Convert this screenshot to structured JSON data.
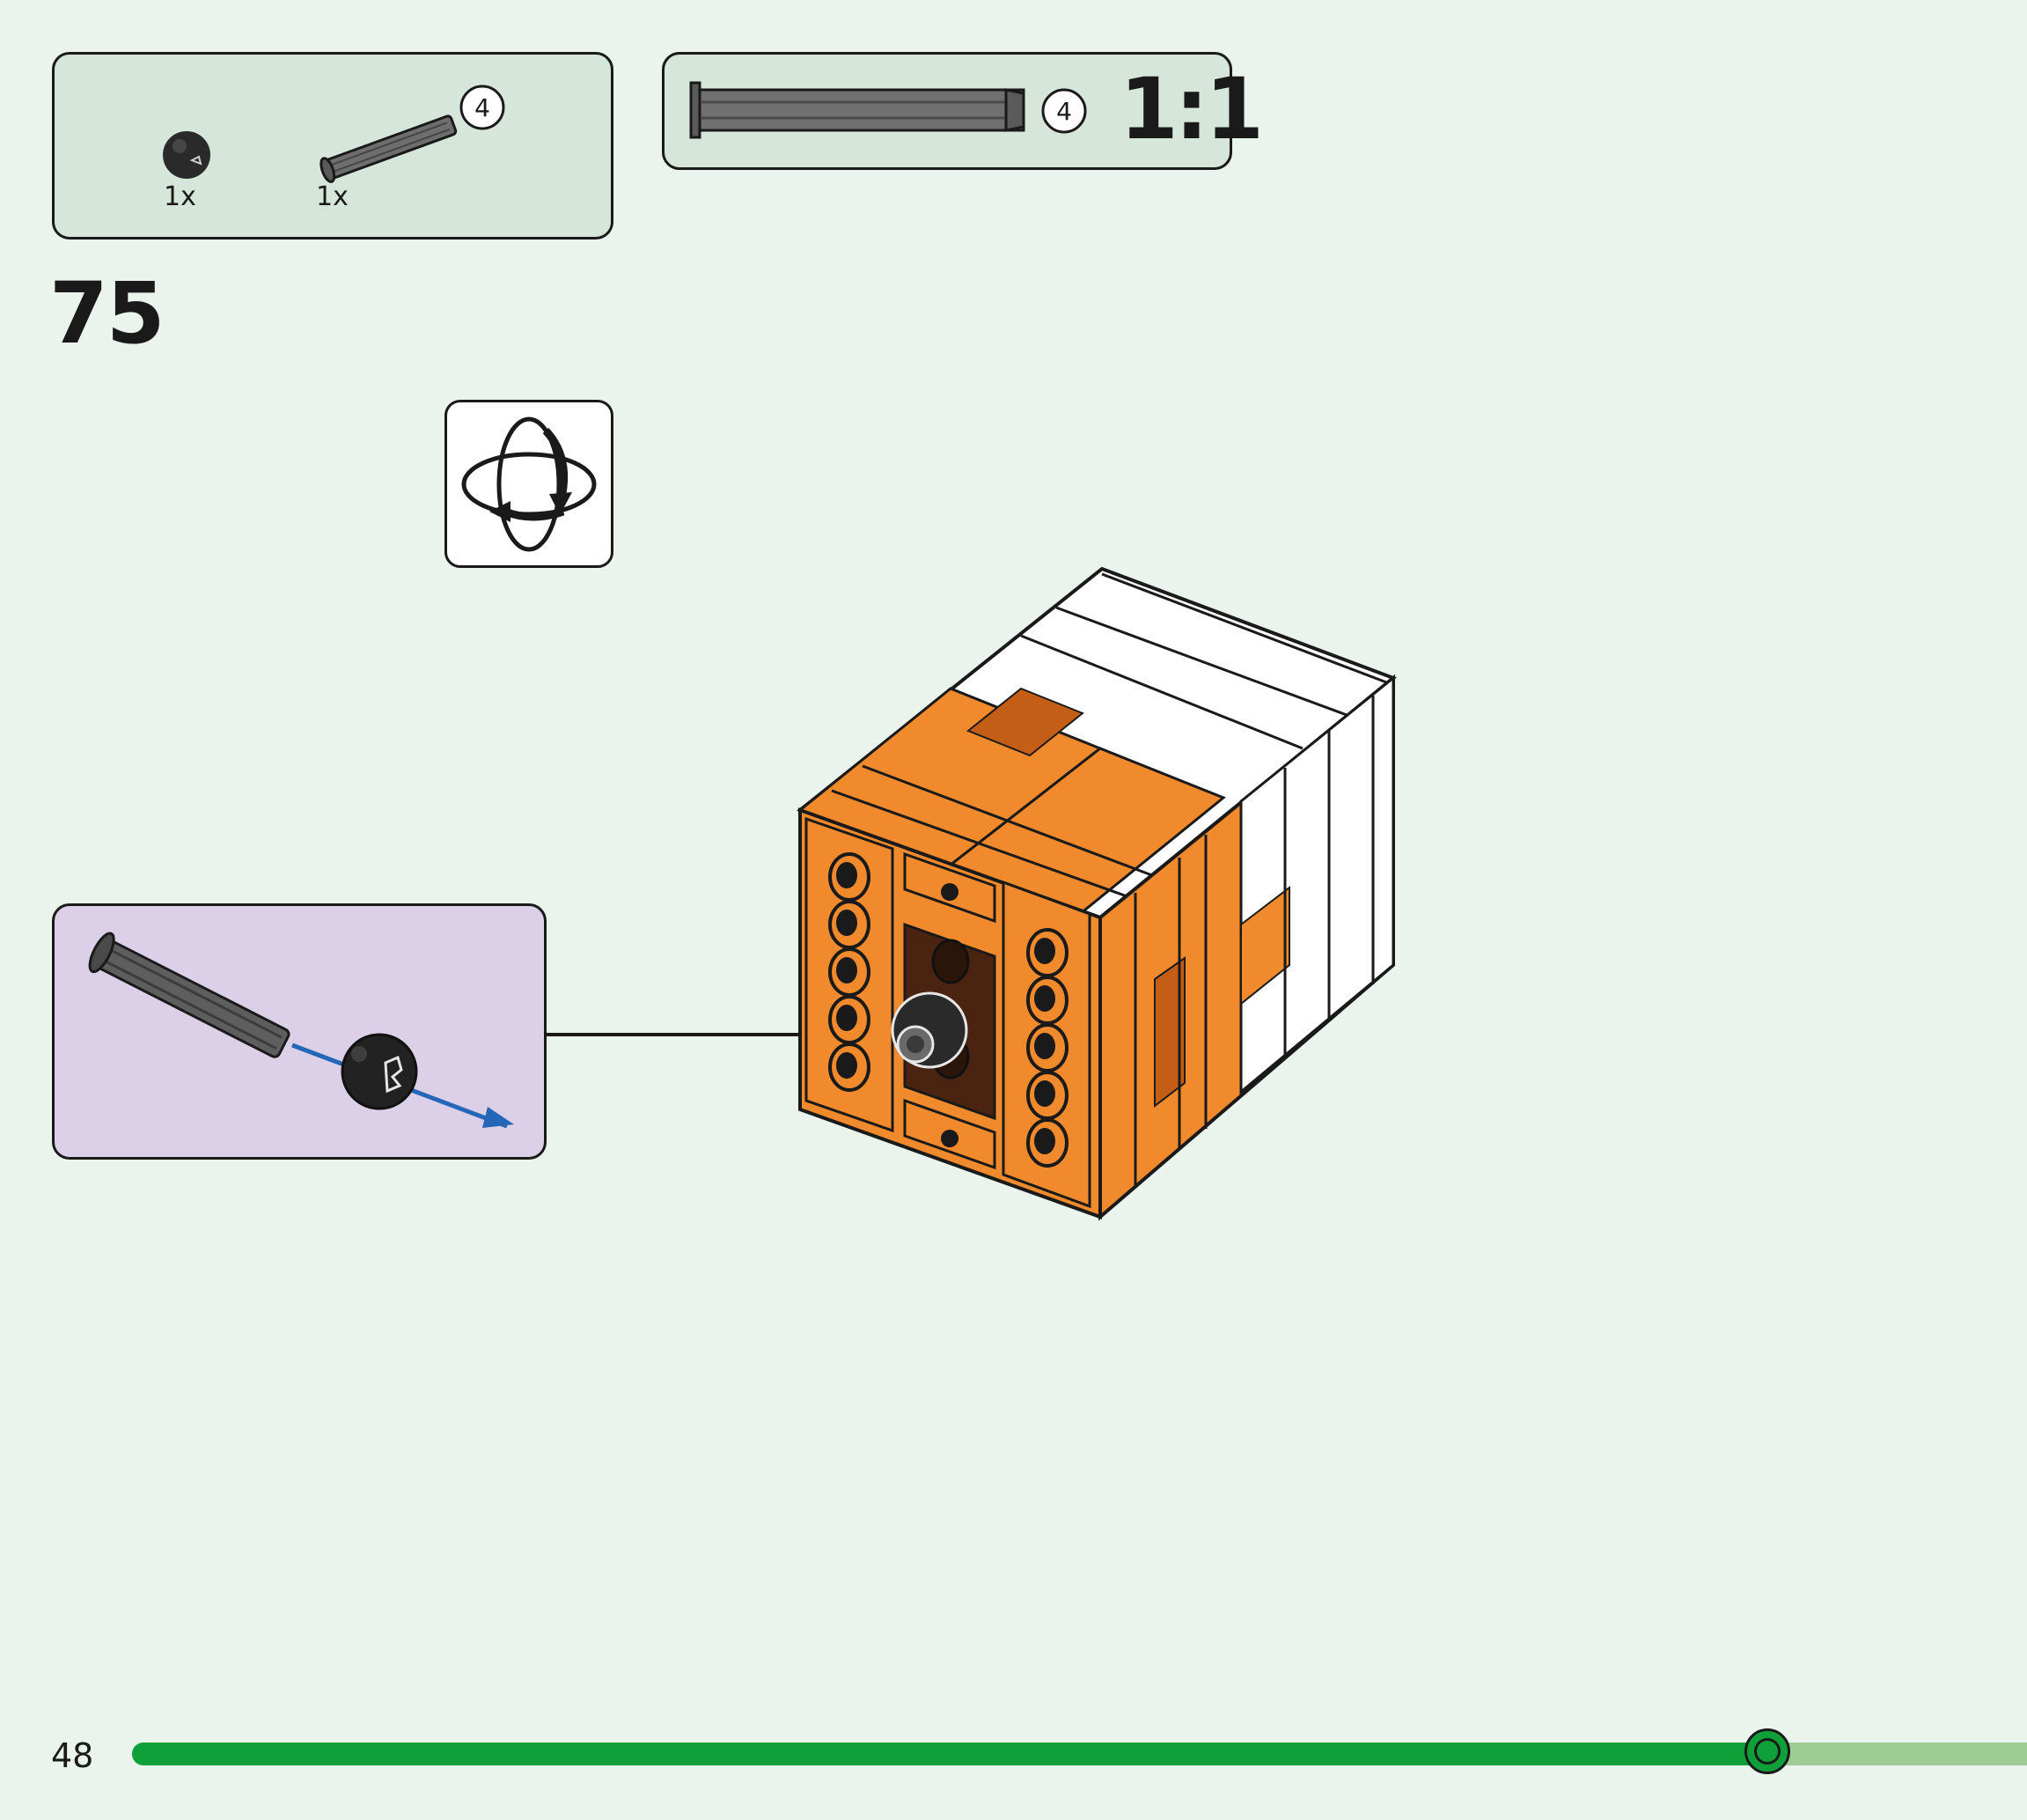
{
  "parts_list": {
    "items": [
      {
        "name": "black-ball-joint",
        "quantity": "1x"
      },
      {
        "name": "grey-axle-pin",
        "quantity": "1x",
        "length_callout": "4"
      }
    ]
  },
  "scale_box": {
    "length_callout": "4",
    "scale": "1:1"
  },
  "step": {
    "number": "75"
  },
  "rotate_icon": {
    "name": "rotate-model-icon"
  },
  "progress": {
    "fraction": 0.863
  },
  "page": {
    "number": "48"
  },
  "colors": {
    "background": "#eaf4ec",
    "panel": "#d6e6da",
    "detail_panel": "#dccfe8",
    "orange": "#f08a2c",
    "dark_orange": "#c45e17",
    "progress_green": "#10a03a",
    "progress_track": "#9fcc95",
    "arrow_blue": "#2467b8"
  }
}
